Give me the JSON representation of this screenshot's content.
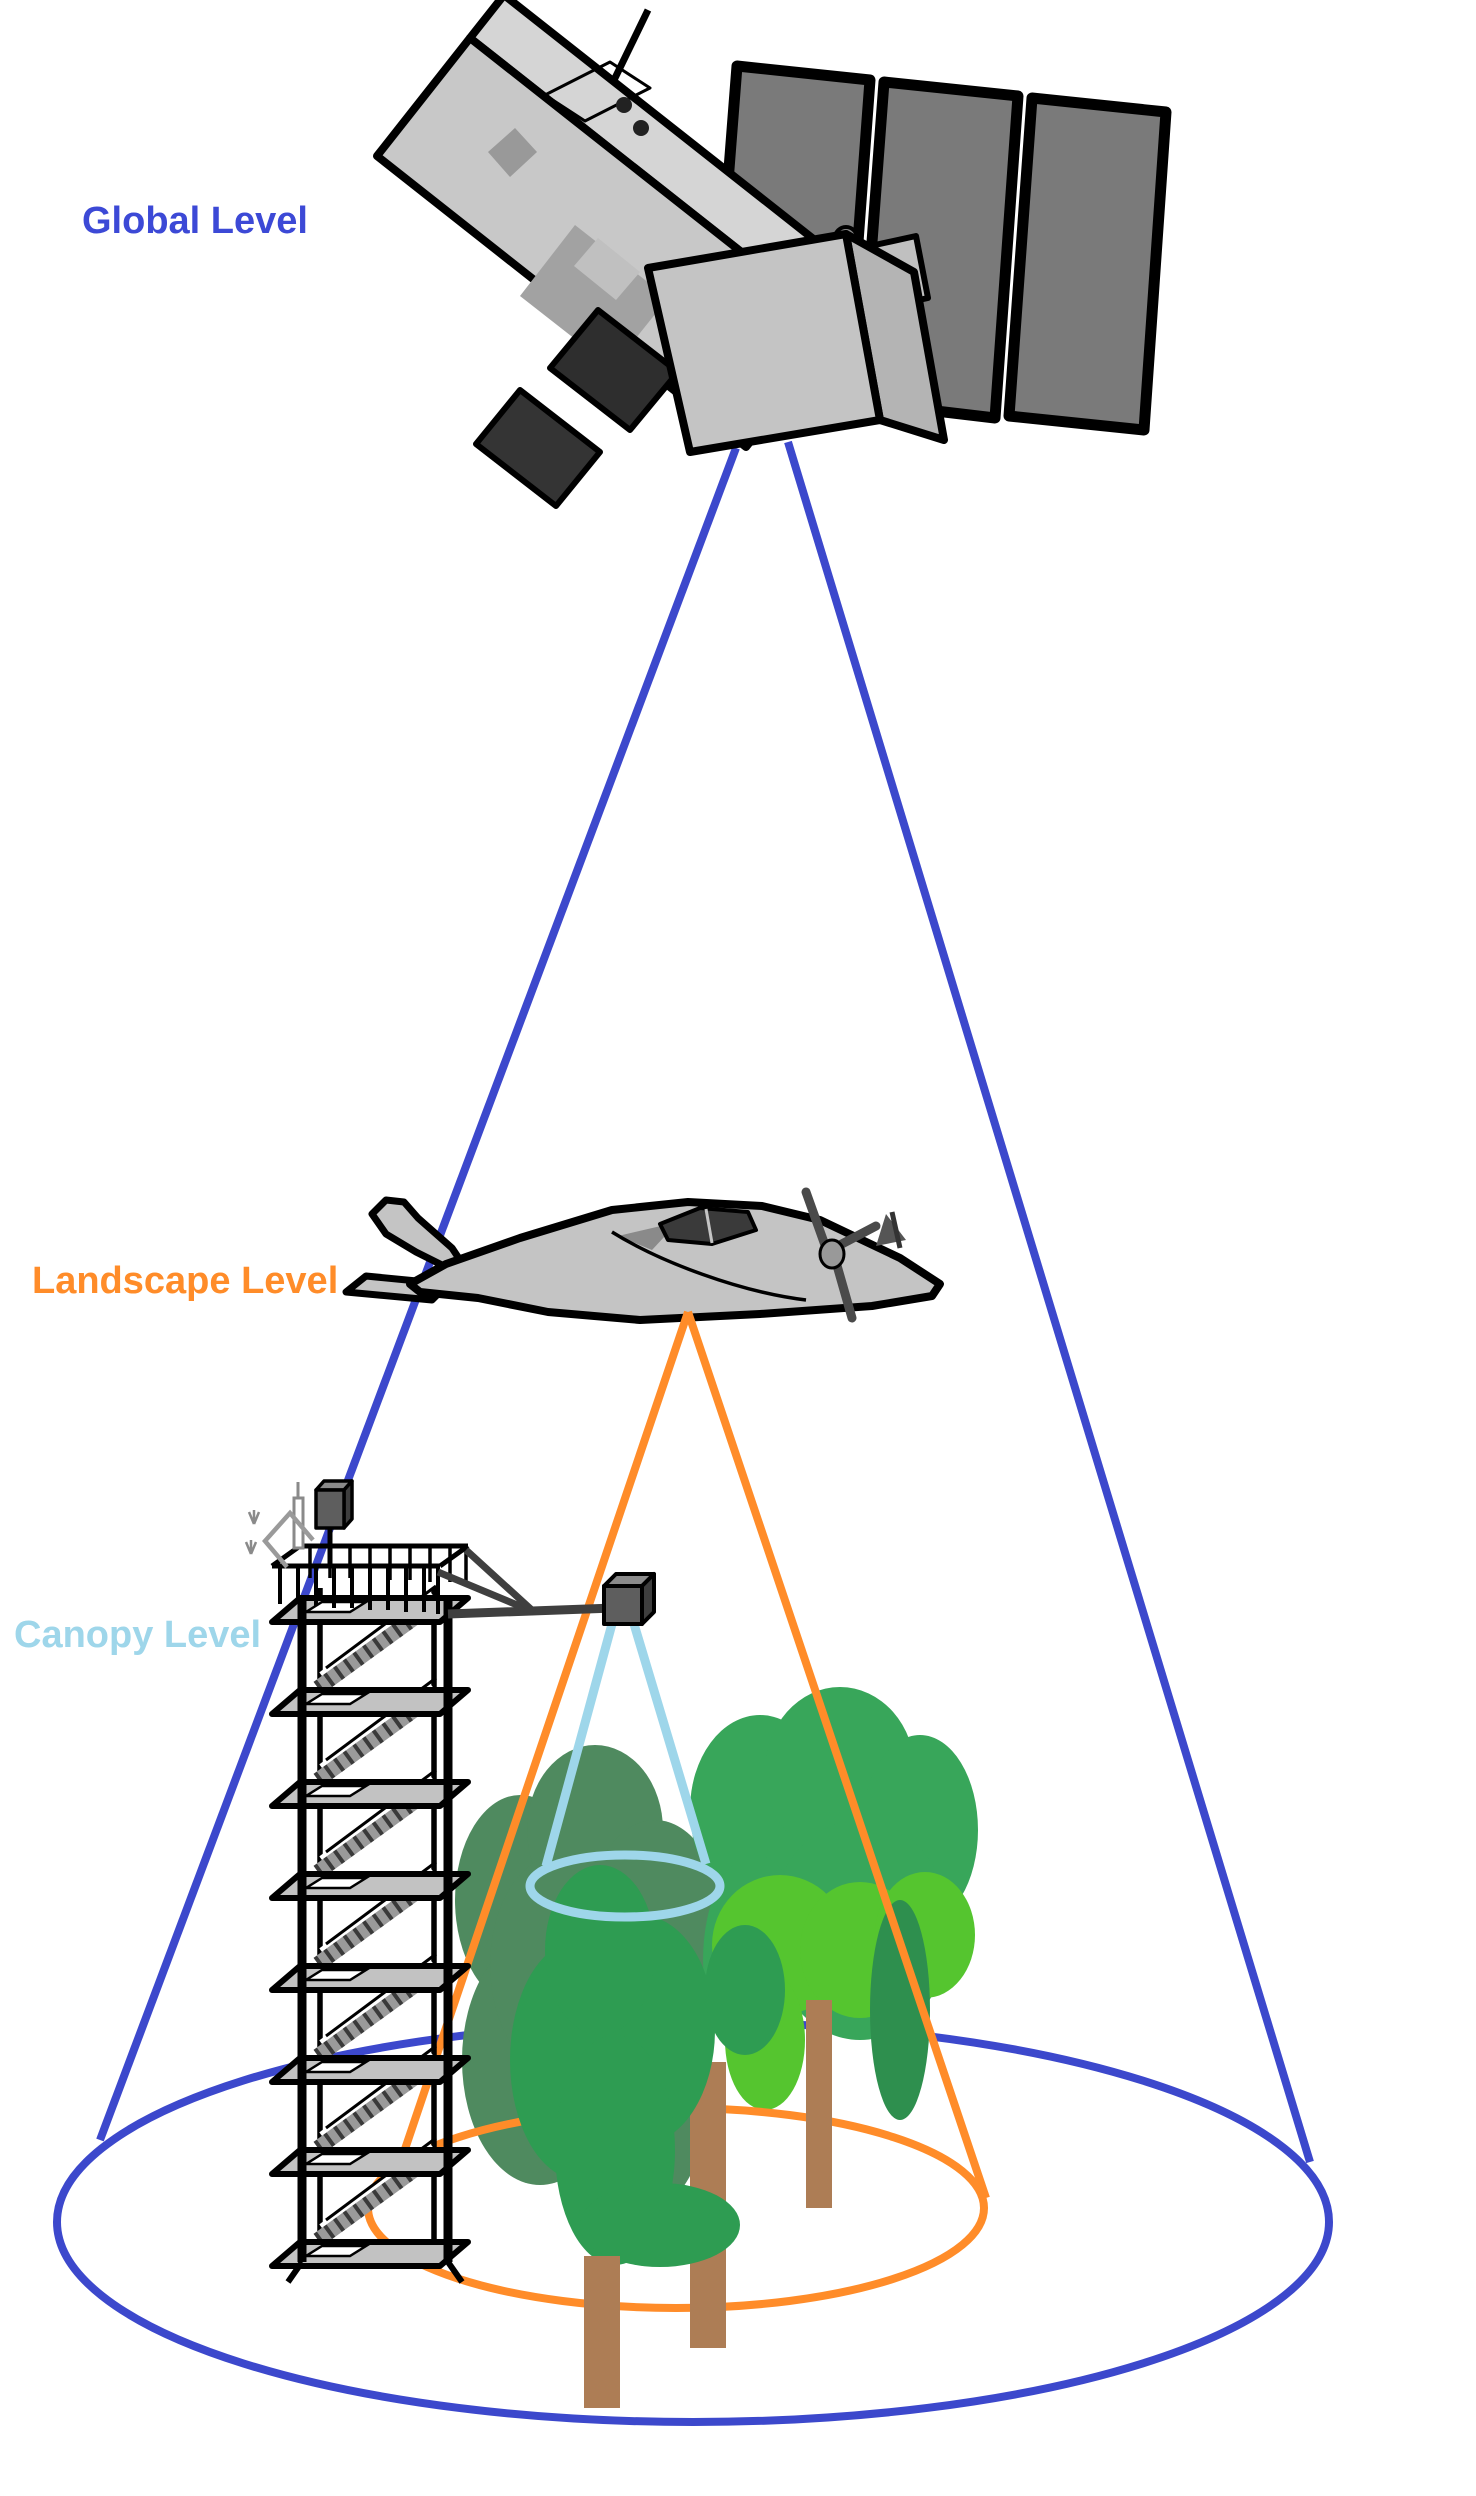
{
  "diagram_title": "Remote sensing observation scales diagram",
  "labels": {
    "global": {
      "text": "Global Level",
      "color": "#3C49D6"
    },
    "landscape": {
      "text": "Landscape Level",
      "color": "#FF8C29"
    },
    "canopy": {
      "text": "Canopy Level",
      "color": "#9ED6EA"
    }
  },
  "levels": [
    {
      "name": "Global Level",
      "sensor_icon": "satellite-icon",
      "footprint": "large blue cone projected from satellite to ground ellipse",
      "cone_color": "#3C48CC"
    },
    {
      "name": "Landscape Level",
      "sensor_icon": "airplane-icon",
      "footprint": "medium orange cone projected from airplane to ground ellipse",
      "cone_color": "#FF8C29"
    },
    {
      "name": "Canopy Level",
      "sensor_icon": "tower-instrument-icon",
      "footprint": "small light-blue cone projected from tower-boom instrument onto tree canopy",
      "cone_color": "#9ED6EA"
    }
  ],
  "scene": {
    "objects": [
      "satellite with solar panel array and antenna",
      "single-engine survey airplane",
      "walk-up flux tower with stairs, platforms, railing, boom arm and instruments",
      "sonic anemometer and sensor boxes on tower top",
      "forest canopy of overlapping trees with trunks"
    ],
    "colors": {
      "satellite_body": "#C8C8C8",
      "solar_panel": "#7A7A7A",
      "outline": "#000000",
      "tree_green_dark_muted": "#4F8A5F",
      "tree_green_medium": "#38A65A",
      "tree_green_front": "#2E9C52",
      "tree_green_bright": "#55C52F",
      "tree_trunk": "#AD7D55",
      "tower_platform": "#C2C2C2",
      "stair": "#9A9A9A",
      "boom_arm": "#3F3F3F"
    }
  }
}
